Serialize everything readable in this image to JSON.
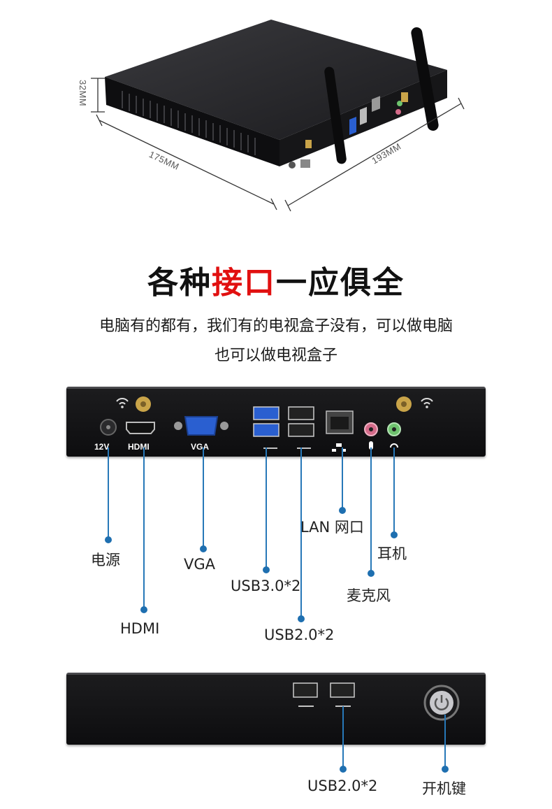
{
  "dimensions": {
    "height": "32MM",
    "depth": "175MM",
    "width": "193MM"
  },
  "headline": {
    "part1": "各种",
    "part2": "接口",
    "part3": "一应俱全"
  },
  "subtitle": {
    "line1": "电脑有的都有，我们有的电视盒子没有，可以做电脑",
    "line2": "也可以做电视盒子"
  },
  "rear_panel": {
    "port_labels": {
      "dc": "12V",
      "hdmi": "HDMI",
      "vga": "VGA"
    },
    "callouts": {
      "power": "电源",
      "hdmi": "HDMI",
      "vga": "VGA",
      "usb3": "USB3.0*2",
      "usb2": "USB2.0*2",
      "lan": "LAN 网口",
      "mic": "麦克风",
      "headphone": "耳机"
    }
  },
  "front_panel": {
    "callouts": {
      "usb2": "USB2.0*2",
      "power_button": "开机键"
    }
  },
  "colors": {
    "accent": "#e11010",
    "leader": "#2778b8"
  }
}
